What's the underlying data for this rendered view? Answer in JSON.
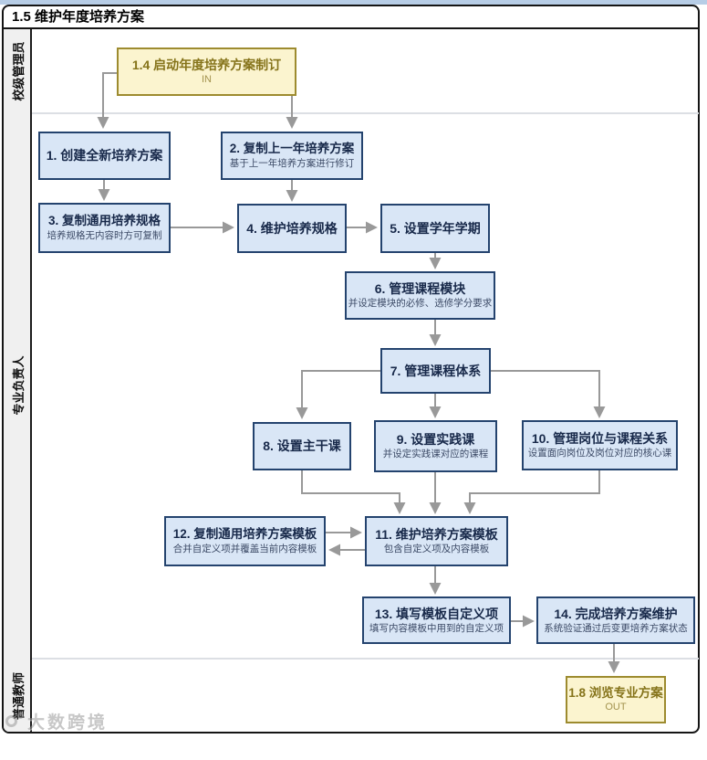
{
  "title": "1.5 维护年度培养方案",
  "lanes": [
    {
      "label": "校级管理员"
    },
    {
      "label": "专业负责人"
    },
    {
      "label": "普通教师"
    }
  ],
  "nodes": [
    {
      "id": "1.4",
      "title": "1.4 启动年度培养方案制订",
      "subtitle": "IN",
      "type": "external"
    },
    {
      "id": "1",
      "title": "1. 创建全新培养方案"
    },
    {
      "id": "2",
      "title": "2. 复制上一年培养方案",
      "subtitle": "基于上一年培养方案进行修订"
    },
    {
      "id": "3",
      "title": "3. 复制通用培养规格",
      "subtitle": "培养规格无内容时方可复制"
    },
    {
      "id": "4",
      "title": "4. 维护培养规格"
    },
    {
      "id": "5",
      "title": "5. 设置学年学期"
    },
    {
      "id": "6",
      "title": "6. 管理课程模块",
      "subtitle": "并设定模块的必修、选修学分要求"
    },
    {
      "id": "7",
      "title": "7. 管理课程体系"
    },
    {
      "id": "8",
      "title": "8. 设置主干课"
    },
    {
      "id": "9",
      "title": "9. 设置实践课",
      "subtitle": "并设定实践课对应的课程"
    },
    {
      "id": "10",
      "title": "10. 管理岗位与课程关系",
      "subtitle": "设置面向岗位及岗位对应的核心课"
    },
    {
      "id": "12",
      "title": "12. 复制通用培养方案模板",
      "subtitle": "合并自定义项并覆盖当前内容模板"
    },
    {
      "id": "11",
      "title": "11. 维护培养方案模板",
      "subtitle": "包含自定义项及内容模板"
    },
    {
      "id": "13",
      "title": "13. 填写模板自定义项",
      "subtitle": "填写内容模板中用到的自定义项"
    },
    {
      "id": "14",
      "title": "14. 完成培养方案维护",
      "subtitle": "系统验证通过后变更培养方案状态"
    },
    {
      "id": "1.8",
      "title": "1.8 浏览专业方案",
      "subtitle": "OUT",
      "type": "external"
    }
  ],
  "edges": [
    {
      "from": "1.4",
      "to": "1"
    },
    {
      "from": "1.4",
      "to": "2"
    },
    {
      "from": "1",
      "to": "3"
    },
    {
      "from": "2",
      "to": "4"
    },
    {
      "from": "3",
      "to": "4"
    },
    {
      "from": "4",
      "to": "5"
    },
    {
      "from": "5",
      "to": "6"
    },
    {
      "from": "6",
      "to": "7"
    },
    {
      "from": "7",
      "to": "8"
    },
    {
      "from": "7",
      "to": "9"
    },
    {
      "from": "7",
      "to": "10"
    },
    {
      "from": "8",
      "to": "11"
    },
    {
      "from": "9",
      "to": "11"
    },
    {
      "from": "10",
      "to": "11"
    },
    {
      "from": "12",
      "to": "11"
    },
    {
      "from": "11",
      "to": "12"
    },
    {
      "from": "11",
      "to": "13"
    },
    {
      "from": "13",
      "to": "14"
    },
    {
      "from": "14",
      "to": "1.8"
    }
  ],
  "watermark": {
    "text": "大数跨境"
  },
  "colors": {
    "step_fill": "#d9e6f6",
    "step_border": "#24436e",
    "step_text": "#18294a",
    "external_fill": "#fbf4cf",
    "external_border": "#9d8b2f",
    "external_text": "#85731a",
    "arrow": "#999999",
    "lane_divider": "#dcdfe4",
    "frame": "#151515",
    "top_strip": "#b7cde6"
  }
}
